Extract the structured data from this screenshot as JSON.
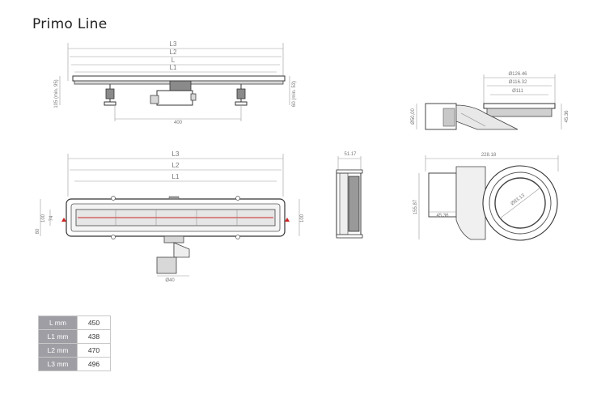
{
  "title": "Primo Line",
  "dims": {
    "l3": "L3",
    "l2": "L2",
    "l": "L",
    "l1": "L1",
    "h_left": "105 (min. 95)",
    "h_right": "60 (min. 53)",
    "drain_offset": "400",
    "w_outer": "100",
    "w_inner": "74",
    "w_right": "100",
    "depth_left": "80",
    "outlet": "Ø40",
    "w_side": "51.17",
    "d1": "Ø126.46",
    "d2": "Ø116.32",
    "d3": "Ø111",
    "h_outlet": "Ø50,00",
    "h_side": "45.36",
    "top_len": "228.18",
    "h_total": "155.87",
    "r_circle": "Ø83.13",
    "pipe": "45.36"
  },
  "spec_table": [
    {
      "label": "L mm",
      "value": "450"
    },
    {
      "label": "L1 mm",
      "value": "438"
    },
    {
      "label": "L2 mm",
      "value": "470"
    },
    {
      "label": "L3 mm",
      "value": "496"
    }
  ],
  "colors": {
    "accent": "#cc2222",
    "table_header": "#9e9ea4"
  }
}
